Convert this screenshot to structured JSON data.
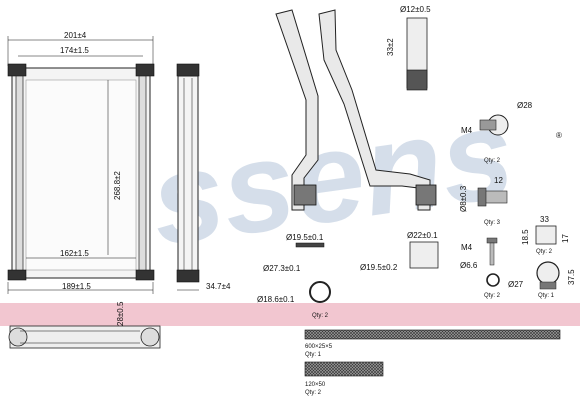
{
  "brand": {
    "watermark": "Nissens",
    "registered_mark": "®",
    "watermark_color": "#c8d4e3",
    "band_color": "#f2c6d0"
  },
  "dimensions": {
    "core_width_total": "201±4",
    "core_width_inner": "174±1.5",
    "core_height": "268.8±2",
    "tank_spacing": "162±1.5",
    "core_bottom_width": "189±1.5",
    "core_depth": "34.7±4",
    "side_thickness": "28±0.5"
  },
  "fittings": {
    "pipe_dia_top": "Ø12±0.5",
    "pipe_length": "33±2",
    "clamp_dia": "Ø28",
    "screw_label": "M4",
    "screw_qty": "Qty: 2",
    "screw2_length": "12",
    "screw2_dia": "Ø8±0.3",
    "screw2_qty": "Qty: 3",
    "bracket_width": "33",
    "bracket_height_a": "18.5",
    "bracket_height_b": "17",
    "bracket_qty": "Qty: 2",
    "oring_a": "Ø19.5±0.1",
    "oring_b": "Ø27.3±0.1",
    "oring_c": "Ø18.6±0.1",
    "oring_qty": "Qty: 2",
    "cap_dia": "Ø22±0.1",
    "cap_dia_2": "Ø19.5±0.2",
    "bolt_label": "M4",
    "bolt_washer": "Ø6.6",
    "bolt_qty": "Qty: 2",
    "clip_dia": "Ø27",
    "clip_height": "37.5",
    "clip_qty": "Qty: 1"
  },
  "foam": {
    "pad_large_size": "600×25×5",
    "pad_large_qty": "Qty: 1",
    "pad_small_size": "120×50",
    "pad_small_qty": "Qty: 2"
  }
}
